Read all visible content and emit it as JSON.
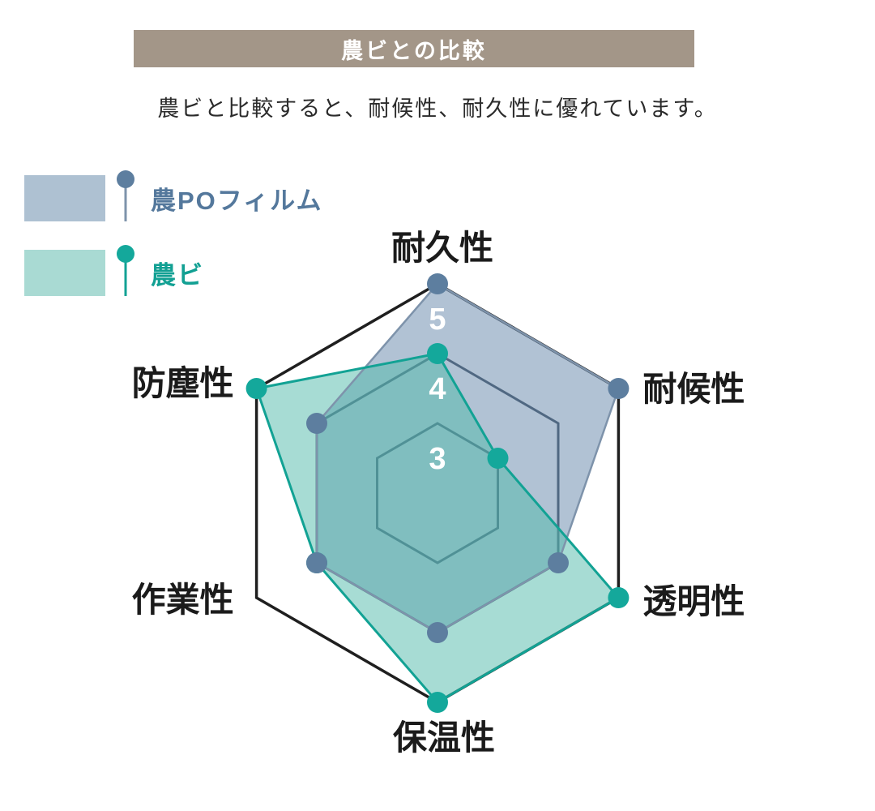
{
  "banner": {
    "title": "農ビとの比較",
    "bg_color": "#a39688",
    "text_color": "#ffffff"
  },
  "subtitle": "農ビと比較すると、耐候性、耐久性に優れています。",
  "legend": {
    "items": [
      {
        "label": "農POフィルム",
        "swatch_fill": "#aec1d2",
        "line_color": "#7e93ab",
        "dot_color": "#5d7e9f",
        "text_color": "#54789c"
      },
      {
        "label": "農ビ",
        "swatch_fill": "#a9dad3",
        "line_color": "#12a294",
        "dot_color": "#14a89b",
        "text_color": "#12a093"
      }
    ]
  },
  "chart_data": {
    "type": "radar",
    "title": "農ビとの比較",
    "axes": [
      "耐久性",
      "耐候性",
      "透明性",
      "保温性",
      "作業性",
      "防塵性"
    ],
    "ring_values": [
      5,
      4,
      3
    ],
    "scale": {
      "center_value": 2,
      "max": 5,
      "rings_shown": [
        3,
        4,
        5
      ]
    },
    "series": [
      {
        "name": "農POフィルム",
        "values": [
          5,
          5,
          4,
          4,
          4,
          4
        ],
        "fill": "rgba(100,133,170,0.5)",
        "stroke": "#7e93ab",
        "dot": "#5d7e9f"
      },
      {
        "name": "農ビ",
        "values": [
          4,
          3,
          5,
          5,
          4,
          5
        ],
        "fill": "rgba(80,185,170,0.5)",
        "stroke": "#12a294",
        "dot": "#14a89b"
      }
    ],
    "grid": {
      "outer_ring_color": "#1f1f1f",
      "inner_ring_color": "#3d4a5a"
    },
    "ring_label_color": "#ffffff",
    "axis_label_color": "#1b1b1b",
    "legend_position": "top-left",
    "grid_shape": "hexagon"
  }
}
